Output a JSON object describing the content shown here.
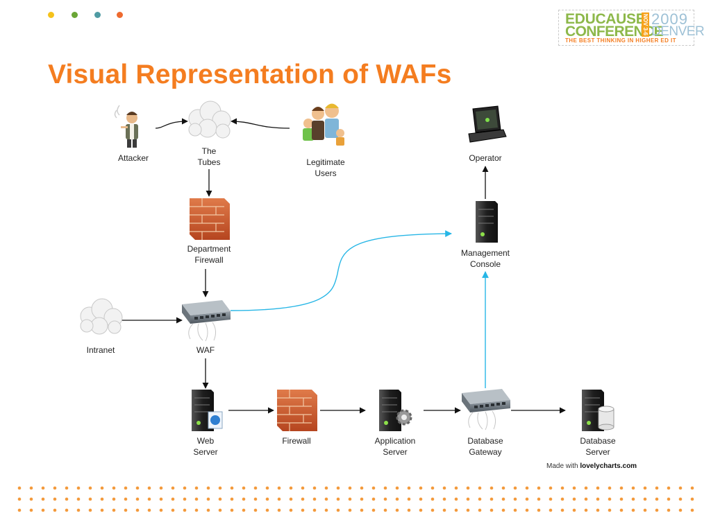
{
  "slide": {
    "title": "Visual Representation of WAFs",
    "bullet_colors": [
      "#f5c21b",
      "#6aa636",
      "#4f9ba3",
      "#ee6a2f"
    ]
  },
  "logo": {
    "line1": "EDUCAUSE",
    "line2": "CONFERENCE",
    "vertical": "NOV 3-6",
    "year": "2009",
    "city": "DENVER",
    "tagline": "THE BEST THINKING IN HIGHER ED IT"
  },
  "nodes": {
    "attacker": {
      "icon": "person-icon",
      "lines": [
        "Attacker"
      ]
    },
    "tubes": {
      "icon": "cloud-icon",
      "lines": [
        "The",
        "Tubes"
      ]
    },
    "legit": {
      "icon": "family-icon",
      "lines": [
        "Legitimate",
        "Users"
      ]
    },
    "operator": {
      "icon": "laptop-icon",
      "lines": [
        "Operator"
      ]
    },
    "dept_fw": {
      "icon": "brick-wall-icon",
      "lines": [
        "Department",
        "Firewall"
      ]
    },
    "mgmt": {
      "icon": "server-icon",
      "lines": [
        "Management",
        "Console"
      ]
    },
    "intranet": {
      "icon": "cloud-icon",
      "lines": [
        "Intranet"
      ]
    },
    "waf": {
      "icon": "network-switch-icon",
      "lines": [
        "WAF"
      ]
    },
    "web": {
      "icon": "web-server-icon",
      "lines": [
        "Web",
        "Server"
      ]
    },
    "fw": {
      "icon": "brick-wall-icon",
      "lines": [
        "Firewall"
      ]
    },
    "app": {
      "icon": "application-server-icon",
      "lines": [
        "Application",
        "Server"
      ]
    },
    "dbgw": {
      "icon": "network-switch-icon",
      "lines": [
        "Database",
        "Gateway"
      ]
    },
    "db": {
      "icon": "database-server-icon",
      "lines": [
        "Database",
        "Server"
      ]
    }
  },
  "colors": {
    "accent": "#f47d20",
    "link_blue": "#27b6e6",
    "arrow": "#111111"
  },
  "footer": {
    "made_with": "Made with",
    "brand": "lovelycharts.com"
  }
}
